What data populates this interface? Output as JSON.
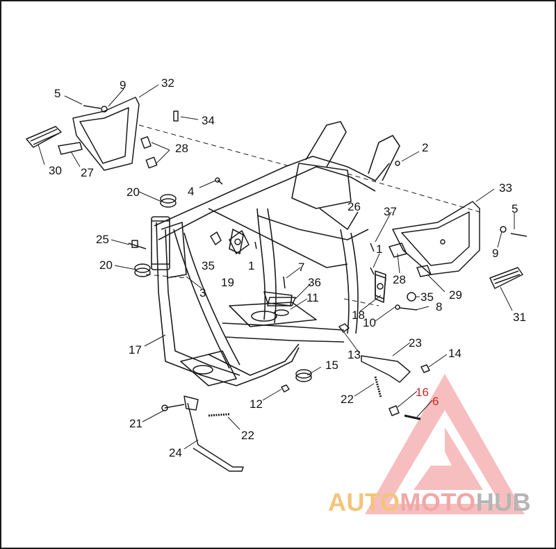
{
  "diagram": {
    "callouts": {
      "c1a": "1",
      "c1b": "1",
      "c2": "2",
      "c3": "3",
      "c4": "4",
      "c5a": "5",
      "c5b": "5",
      "c6": "6",
      "c7": "7",
      "c8": "8",
      "c9a": "9",
      "c9b": "9",
      "c10": "10",
      "c11": "11",
      "c12": "12",
      "c13": "13",
      "c14": "14",
      "c15": "15",
      "c16": "16",
      "c17": "17",
      "c18": "18",
      "c19": "19",
      "c20a": "20",
      "c20b": "20",
      "c21": "21",
      "c22a": "22",
      "c22b": "22",
      "c23": "23",
      "c24": "24",
      "c25": "25",
      "c26": "26",
      "c27": "27",
      "c28a": "28",
      "c28b": "28",
      "c29": "29",
      "c30": "30",
      "c31": "31",
      "c32": "32",
      "c33": "33",
      "c34": "34",
      "c35a": "35",
      "c35b": "35",
      "c36": "36",
      "c37": "37"
    },
    "colors": {
      "line": "#1a1a1a",
      "callout_red": "#c62828"
    }
  },
  "watermark": {
    "part1": "AUTO",
    "part2": "MOTO",
    "part3": "HUB",
    "colors": {
      "auto": "#f3c57a",
      "moto": "#f2a7a7",
      "hub": "#b5b5b5",
      "logo": "#f08a8a"
    }
  }
}
